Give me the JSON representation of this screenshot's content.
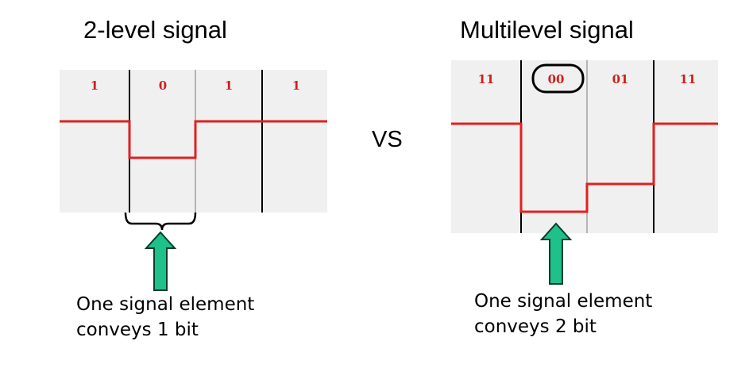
{
  "left": {
    "title": "2-level signal",
    "bits": [
      "1",
      "0",
      "1",
      "1"
    ],
    "levels": [
      1,
      0,
      1,
      1
    ],
    "caption_line1": "One signal element",
    "caption_line2": "conveys 1 bit"
  },
  "right": {
    "title": "Multilevel signal",
    "symbols": [
      "11",
      "00",
      "01",
      "11"
    ],
    "levels": [
      3,
      0,
      1,
      3
    ],
    "highlighted_symbol": "00",
    "caption_line1": "One signal element",
    "caption_line2": "conveys 2 bit"
  },
  "vs": "VS",
  "colors": {
    "signal": "#e02020",
    "arrow_fill": "#1fc08a",
    "arrow_stroke": "#0a3d2c",
    "divider": "#000000",
    "panel_bg": "#f0f0f0"
  },
  "icons": {
    "brace": "curly-brace-icon",
    "arrow": "up-arrow-icon"
  }
}
